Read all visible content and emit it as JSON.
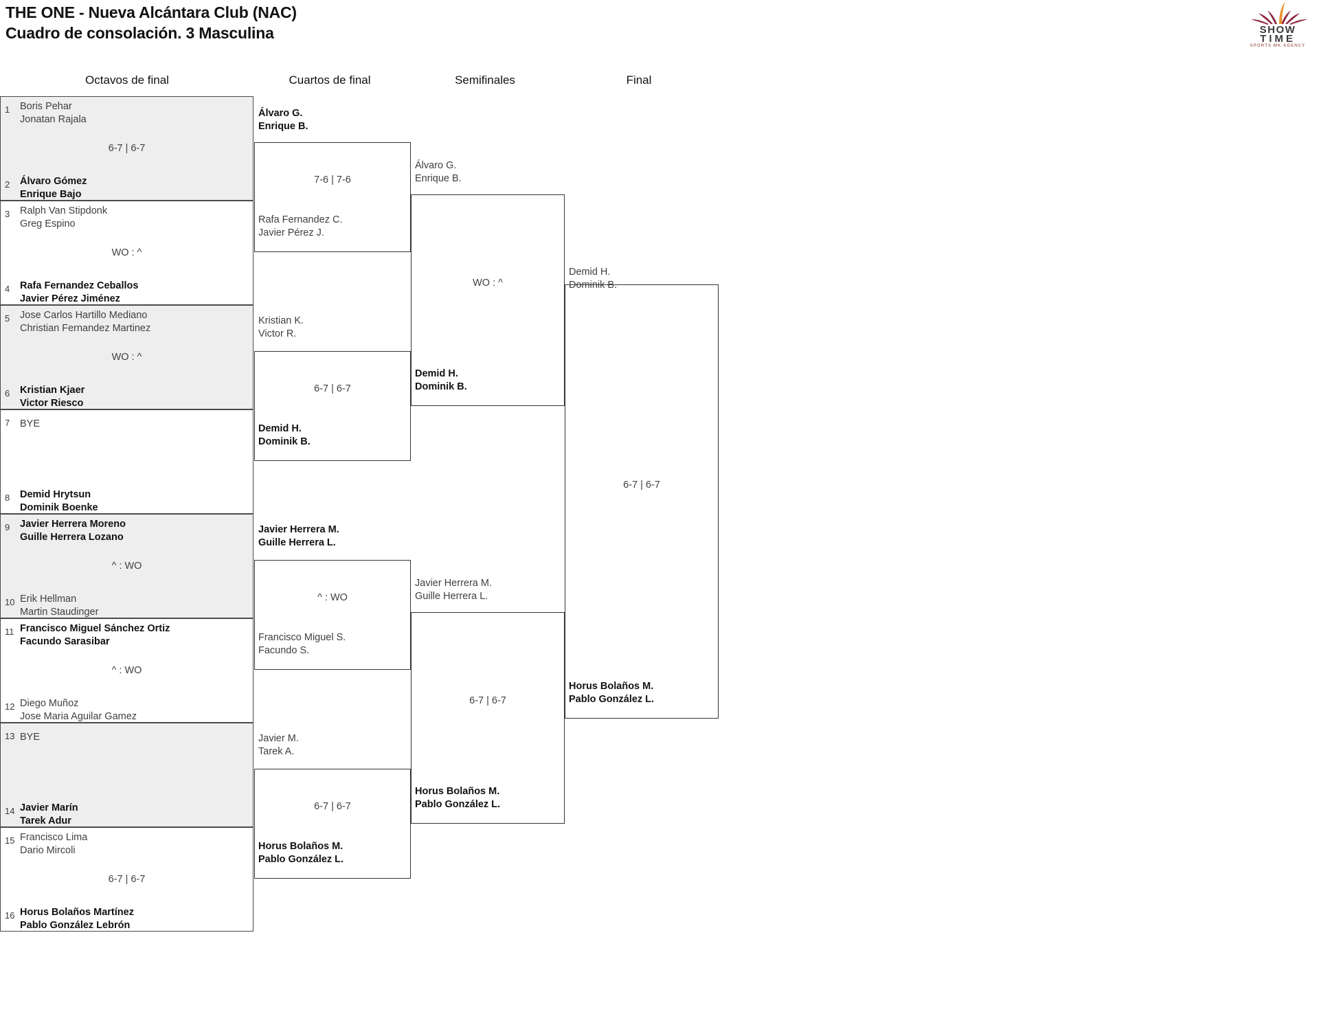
{
  "header": {
    "title_line1": "THE ONE - Nueva Alcántara Club (NAC)",
    "title_line2": "Cuadro de consolación. 3 Masculina"
  },
  "logo": {
    "word1": "SHOW",
    "word2": "TIME",
    "tagline": "SPORTS MK AGENCY",
    "accent_color": "#8e2840",
    "accent_color2": "#e8922f"
  },
  "rounds": [
    {
      "id": "octavos",
      "label": "Octavos de final"
    },
    {
      "id": "cuartos",
      "label": "Cuartos de final"
    },
    {
      "id": "semis",
      "label": "Semifinales"
    },
    {
      "id": "final",
      "label": "Final"
    }
  ],
  "seeds": [
    {
      "num": "1",
      "line1": "Boris Pehar",
      "line2": "Jonatan Rajala",
      "winner": false
    },
    {
      "num": "2",
      "line1": "Álvaro Gómez",
      "line2": "Enrique Bajo",
      "winner": true
    },
    {
      "num": "3",
      "line1": "Ralph Van Stipdonk",
      "line2": "Greg Espino",
      "winner": false
    },
    {
      "num": "4",
      "line1": "Rafa Fernandez Ceballos",
      "line2": "Javier Pérez Jiménez",
      "winner": true
    },
    {
      "num": "5",
      "line1": "Jose Carlos Hartillo Mediano",
      "line2": "Christian Fernandez Martinez",
      "winner": false
    },
    {
      "num": "6",
      "line1": "Kristian Kjaer",
      "line2": "Victor Riesco",
      "winner": true
    },
    {
      "num": "7",
      "line1": "BYE",
      "line2": "",
      "winner": false
    },
    {
      "num": "8",
      "line1": "Demid Hrytsun",
      "line2": "Dominik Boenke",
      "winner": true
    },
    {
      "num": "9",
      "line1": "Javier Herrera Moreno",
      "line2": "Guille Herrera Lozano",
      "winner": true
    },
    {
      "num": "10",
      "line1": "Erik Hellman",
      "line2": "Martin Staudinger",
      "winner": false
    },
    {
      "num": "11",
      "line1": "Francisco Miguel Sánchez Ortiz",
      "line2": "Facundo Sarasibar",
      "winner": true
    },
    {
      "num": "12",
      "line1": "Diego Muñoz",
      "line2": "Jose Maria Aguilar Gamez",
      "winner": false
    },
    {
      "num": "13",
      "line1": "BYE",
      "line2": "",
      "winner": false
    },
    {
      "num": "14",
      "line1": "Javier Marín",
      "line2": "Tarek Adur",
      "winner": true
    },
    {
      "num": "15",
      "line1": "Francisco Lima",
      "line2": "Dario Mircoli",
      "winner": false
    },
    {
      "num": "16",
      "line1": "Horus Bolaños Martínez",
      "line2": "Pablo González Lebrón",
      "winner": true
    }
  ],
  "r1_scores": [
    {
      "id": "r1-m1",
      "score": "6-7 | 6-7"
    },
    {
      "id": "r1-m2",
      "score": "WO : ^"
    },
    {
      "id": "r1-m3",
      "score": "WO : ^"
    },
    {
      "id": "r1-m4",
      "score": ""
    },
    {
      "id": "r1-m5",
      "score": "^ : WO"
    },
    {
      "id": "r1-m6",
      "score": "^ : WO"
    },
    {
      "id": "r1-m7",
      "score": ""
    },
    {
      "id": "r1-m8",
      "score": "6-7 | 6-7"
    }
  ],
  "cuartos": [
    {
      "id": "qf1",
      "score": "7-6 | 7-6",
      "top": {
        "line1": "Álvaro G.",
        "line2": "Enrique B.",
        "winner": true
      },
      "bottom": {
        "line1": "Rafa Fernandez C.",
        "line2": "Javier Pérez J.",
        "winner": false
      }
    },
    {
      "id": "qf2",
      "score": "6-7 | 6-7",
      "top": {
        "line1": "Kristian K.",
        "line2": "Victor R.",
        "winner": false
      },
      "bottom": {
        "line1": "Demid H.",
        "line2": "Dominik B.",
        "winner": true
      }
    },
    {
      "id": "qf3",
      "score": "^ : WO",
      "top": {
        "line1": "Javier Herrera M.",
        "line2": "Guille Herrera L.",
        "winner": true
      },
      "bottom": {
        "line1": "Francisco Miguel S.",
        "line2": "Facundo S.",
        "winner": false
      }
    },
    {
      "id": "qf4",
      "score": "6-7 | 6-7",
      "top": {
        "line1": "Javier M.",
        "line2": "Tarek A.",
        "winner": false
      },
      "bottom": {
        "line1": "Horus Bolaños M.",
        "line2": "Pablo González L.",
        "winner": true
      }
    }
  ],
  "semis": [
    {
      "id": "sf1",
      "score": "WO : ^",
      "top": {
        "line1": "Álvaro G.",
        "line2": "Enrique B.",
        "winner": false
      },
      "bottom": {
        "line1": "Demid H.",
        "line2": "Dominik B.",
        "winner": true
      }
    },
    {
      "id": "sf2",
      "score": "6-7 | 6-7",
      "top": {
        "line1": "Javier Herrera M.",
        "line2": "Guille Herrera L.",
        "winner": false
      },
      "bottom": {
        "line1": "Horus Bolaños M.",
        "line2": "Pablo González L.",
        "winner": true
      }
    }
  ],
  "final": {
    "id": "f1",
    "score": "6-7 | 6-7",
    "top": {
      "line1": "Demid H.",
      "line2": "Dominik B.",
      "winner": false
    },
    "bottom": {
      "line1": "Horus Bolaños M.",
      "line2": "Pablo González L.",
      "winner": true
    }
  }
}
